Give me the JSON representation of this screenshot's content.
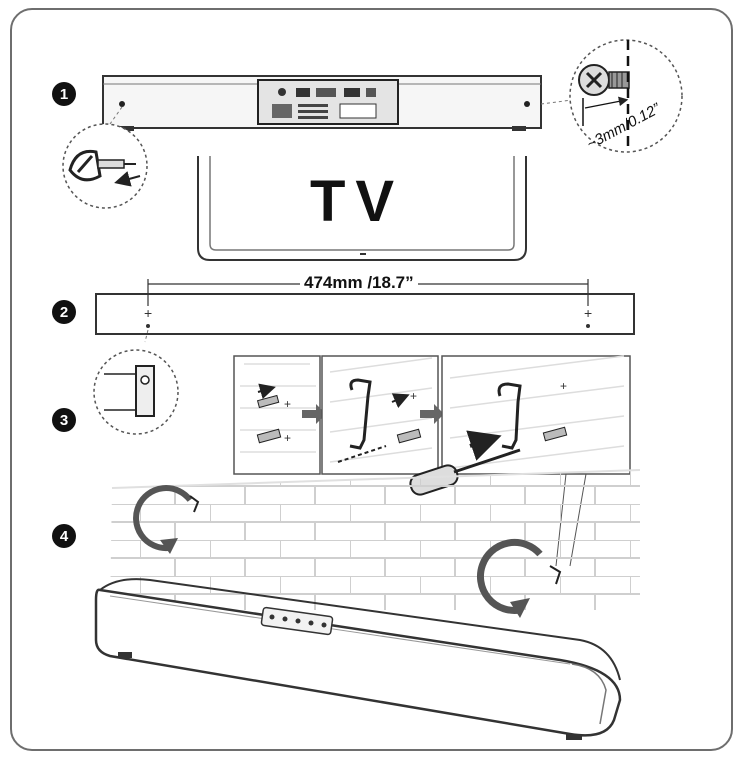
{
  "steps": [
    "1",
    "2",
    "3",
    "4"
  ],
  "tv_label": "TV",
  "spacing_label": "474mm /18.7”",
  "screw_gap_label": "~3mm/0.12”",
  "icons": [
    "screw-icon",
    "wall-plug-icon",
    "screwdriver-icon",
    "rotate-arrow-icon",
    "right-arrow-icon",
    "bracket-icon"
  ]
}
